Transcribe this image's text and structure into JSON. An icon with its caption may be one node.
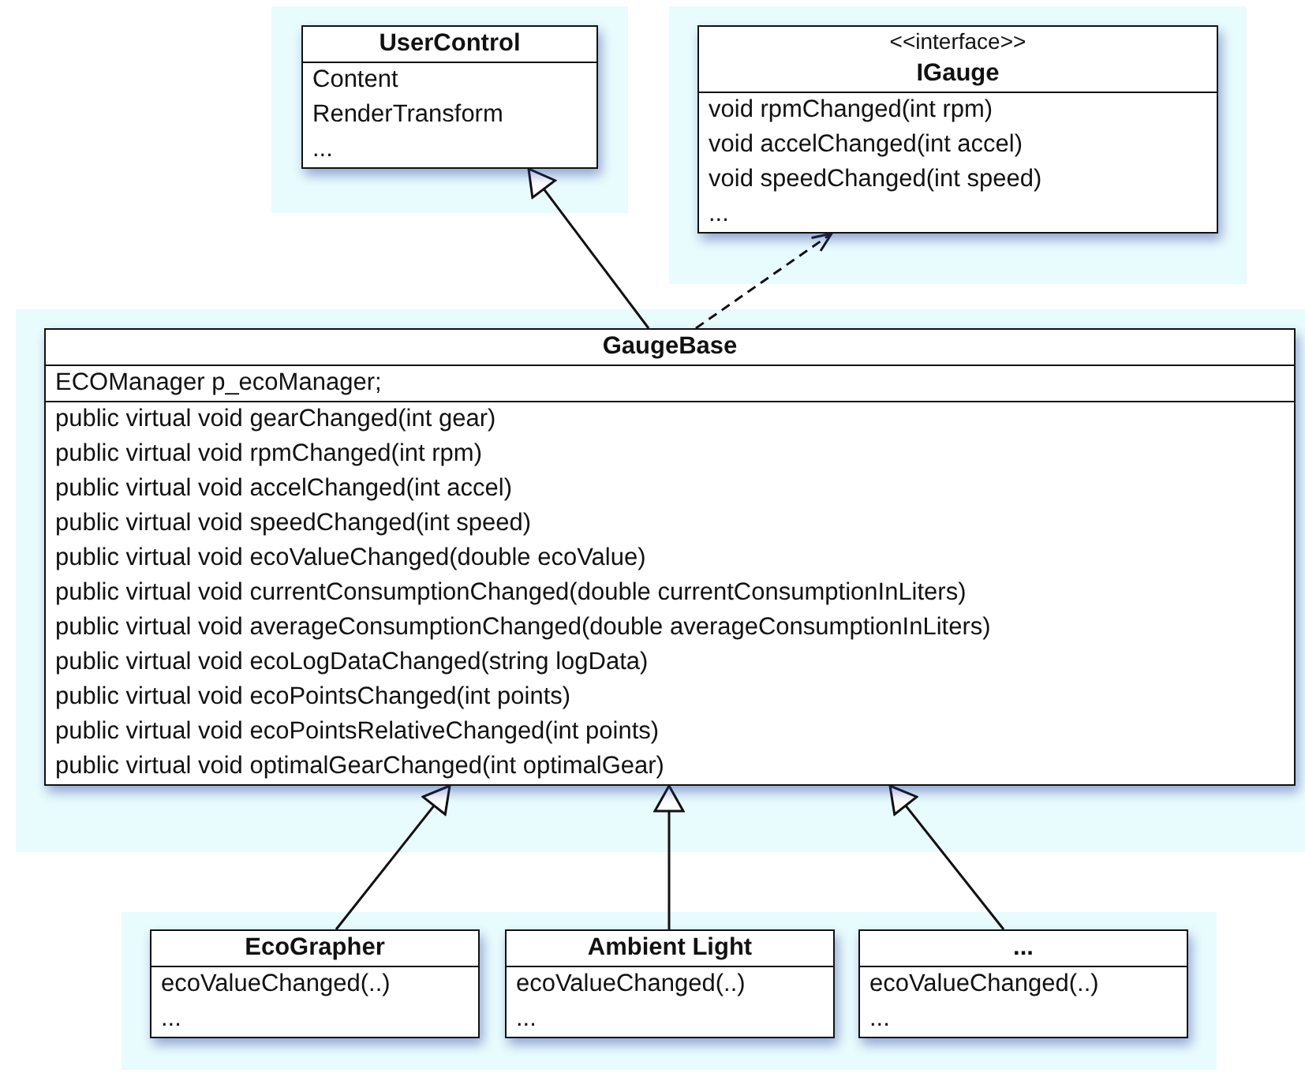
{
  "diagram": {
    "nodes": [
      {
        "text": [
          "UserControl",
          "Content",
          "RenderTransform",
          "..."
        ]
      },
      {
        "text": [
          "<<interface>>",
          "IGauge",
          "void rpmChanged(int rpm)",
          "void accelChanged(int accel)",
          "void speedChanged(int speed)",
          "..."
        ]
      },
      {
        "text": [
          "GaugeBase",
          "ECOManager p_ecoManager;",
          "public virtual void gearChanged(int gear)",
          "public virtual void rpmChanged(int rpm)",
          "public virtual void accelChanged(int accel)",
          "public virtual void speedChanged(int speed)",
          "public virtual void ecoValueChanged(double ecoValue)",
          "public virtual void currentConsumptionChanged(double currentConsumptionInLiters)",
          "public virtual void averageConsumptionChanged(double averageConsumptionInLiters)",
          "public virtual void ecoLogDataChanged(string logData)",
          "public virtual void ecoPointsChanged(int points)",
          "public virtual void ecoPointsRelativeChanged(int points)",
          "public virtual void optimalGearChanged(int optimalGear)"
        ]
      },
      {
        "text": [
          "EcoGrapher",
          "ecoValueChanged(..)",
          "..."
        ]
      },
      {
        "text": [
          "Ambient Light",
          "ecoValueChanged(..)",
          "..."
        ]
      },
      {
        "text": [
          "...",
          "ecoValueChanged(..)",
          "..."
        ]
      }
    ],
    "edges": [
      {
        "from": 2,
        "to": 0,
        "arrow": "to"
      },
      {
        "from": 2,
        "to": 1,
        "arrow": "to",
        "style": "dashed"
      },
      {
        "from": 3,
        "to": 2,
        "arrow": "to"
      },
      {
        "from": 4,
        "to": 2,
        "arrow": "to"
      },
      {
        "from": 5,
        "to": 2,
        "arrow": "to"
      }
    ]
  }
}
